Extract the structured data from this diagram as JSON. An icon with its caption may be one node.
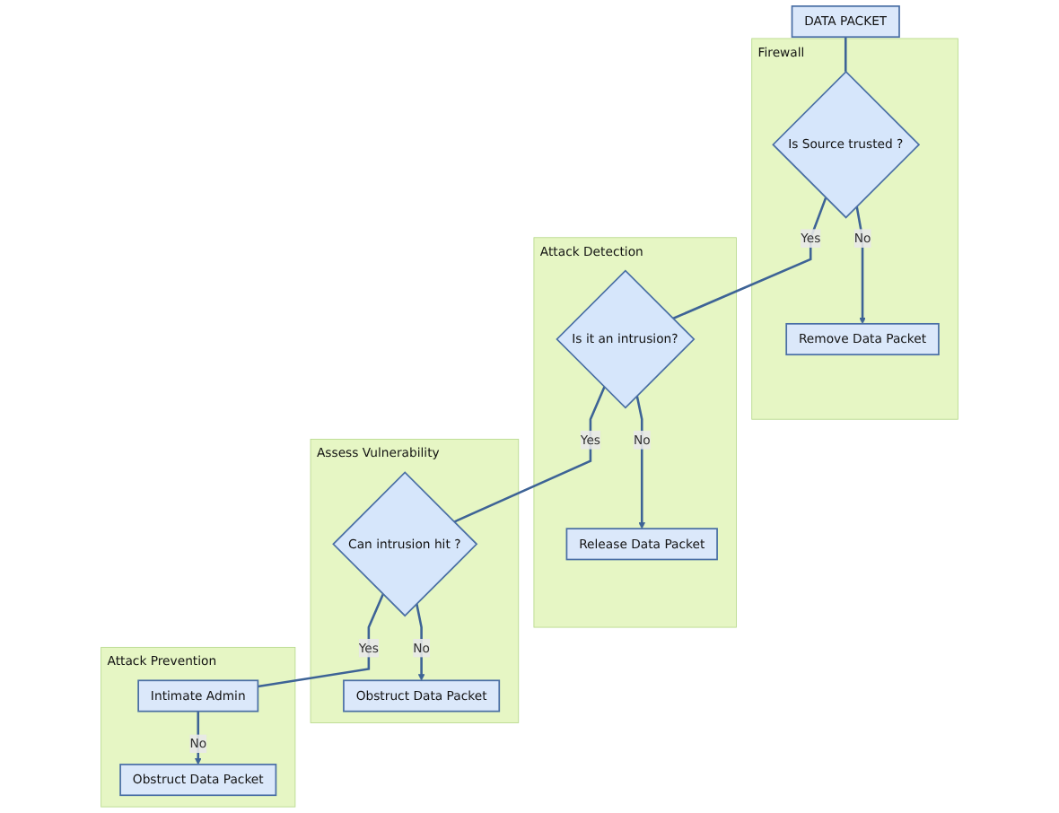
{
  "diagram": {
    "nodes": [
      {
        "text": [
          "DATA PACKET"
        ]
      },
      {
        "text": [
          "Firewall"
        ]
      },
      {
        "text": [
          "Is Source trusted ?"
        ],
        "in": 1
      },
      {
        "text": [
          "Remove Data Packet"
        ],
        "in": 1
      },
      {
        "text": [
          "Attack Detection"
        ]
      },
      {
        "text": [
          "Is it an intrusion?"
        ],
        "in": 4
      },
      {
        "text": [
          "Release Data Packet"
        ],
        "in": 4
      },
      {
        "text": [
          "Assess Vulnerability"
        ]
      },
      {
        "text": [
          "Can intrusion hit ?"
        ],
        "in": 7
      },
      {
        "text": [
          "Obstruct Data Packet"
        ],
        "in": 7
      },
      {
        "text": [
          "Attack Prevention"
        ]
      },
      {
        "text": [
          "Intimate Admin"
        ],
        "in": 10
      },
      {
        "text": [
          "Obstruct Data Packet"
        ],
        "in": 10
      }
    ],
    "edges": [
      {
        "from": 0,
        "to": 2,
        "arrow": "none"
      },
      {
        "from": 2,
        "to": 3,
        "arrow": "to",
        "label": "No"
      },
      {
        "from": 2,
        "to": 5,
        "arrow": "none",
        "label": "Yes"
      },
      {
        "from": 5,
        "to": 6,
        "arrow": "to",
        "label": "No"
      },
      {
        "from": 5,
        "to": 8,
        "arrow": "none",
        "label": "Yes"
      },
      {
        "from": 8,
        "to": 9,
        "arrow": "to",
        "label": "No"
      },
      {
        "from": 8,
        "to": 11,
        "arrow": "none",
        "label": "Yes"
      },
      {
        "from": 11,
        "to": 12,
        "arrow": "to",
        "label": "No"
      }
    ]
  }
}
